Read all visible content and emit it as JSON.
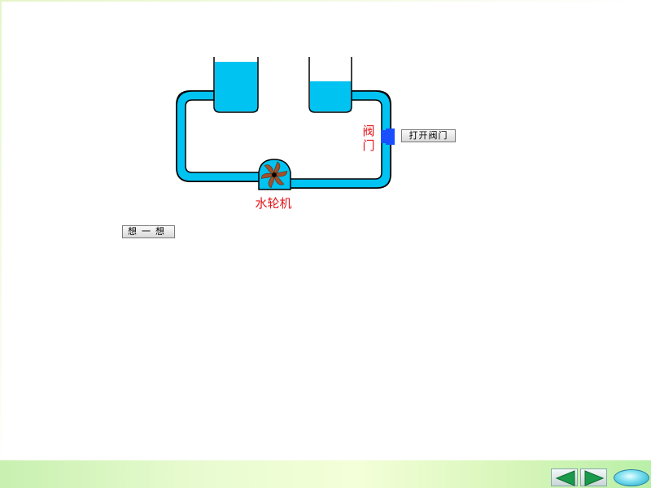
{
  "labels": {
    "valve": "阀门",
    "turbine": "水轮机"
  },
  "buttons": {
    "open_valve": "打开阀门",
    "think": "想一想"
  },
  "navigation": {
    "prev_icon": "triangle-left-icon",
    "next_icon": "triangle-right-icon",
    "home_icon": "oval-home-icon"
  },
  "colors": {
    "water": "#00c3f2",
    "pipe_outline": "#000000",
    "valve": "#1a4fff",
    "turbine_blade": "#a0522d",
    "label": "#e4161b"
  }
}
